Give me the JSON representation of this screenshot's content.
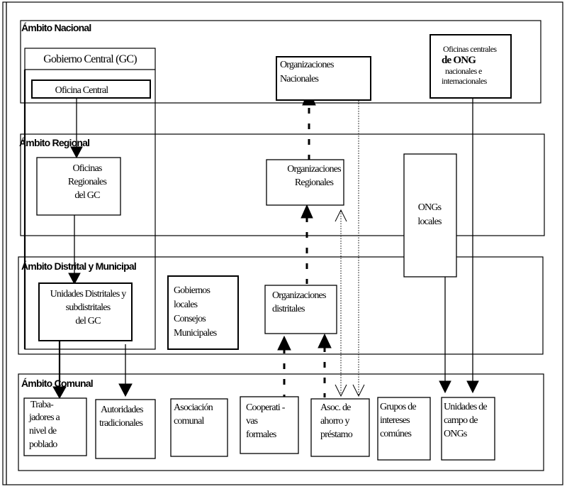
{
  "levels": {
    "nacional": "Ámbito Nacional",
    "regional": "Ámbito Regional",
    "distrital": "Ámbito Distrital y Municipal",
    "comunal": "Ámbito Comunal"
  },
  "nodes": {
    "gobierno_central": "Gobierno Central (GC)",
    "oficina_central": "Oficina Central",
    "org_nacionales": [
      "Organizaciones",
      "Nacionales"
    ],
    "ong_centrales": [
      "Oficinas centrales",
      "de ONG",
      "nacionales e",
      "internacionales"
    ],
    "oficinas_regionales": [
      "Oficinas",
      "Regionales",
      "del GC"
    ],
    "org_regionales": [
      "Organizaciones",
      "Regionales"
    ],
    "ongs_locales": [
      "ONGs",
      "locales"
    ],
    "unidades_distritales": [
      "Unidades Distritales y",
      "subdistritales",
      "del GC"
    ],
    "gobiernos_locales": [
      "Gobiernos",
      "locales",
      "Consejos",
      "Municipales"
    ],
    "org_distritales": [
      "Organizaciones",
      "distritales"
    ],
    "trabajadores": [
      "Traba-",
      "jadores a",
      "nivel de",
      "poblado"
    ],
    "autoridades": [
      "Autoridades",
      "tradicionales"
    ],
    "asociacion": [
      "Asociación",
      "comunal"
    ],
    "cooperativas": [
      "Cooperati -",
      "vas",
      "formales"
    ],
    "asoc_ahorro": [
      "Asoc. de",
      "ahorro y",
      "préstamo"
    ],
    "grupos": [
      "Grupos de",
      "intereses",
      "comúnes"
    ],
    "unidades_campo": [
      "Unidades de",
      "campo de",
      "ONGs"
    ]
  }
}
